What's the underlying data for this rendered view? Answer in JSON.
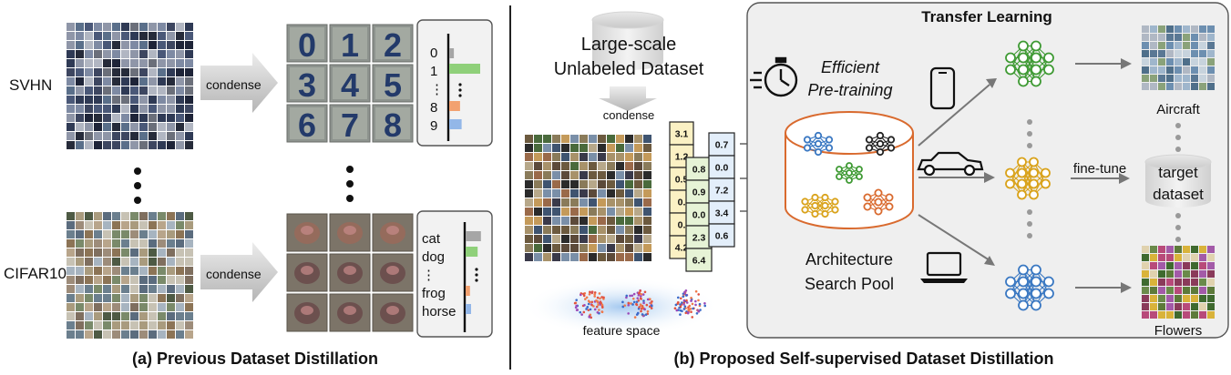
{
  "left_panel": {
    "caption": "(a) Previous Dataset Distillation",
    "svhn": {
      "label": "SVHN",
      "condense_label": "condense",
      "digits": [
        "0",
        "1",
        "2",
        "3",
        "4",
        "5",
        "6",
        "7",
        "8"
      ],
      "label_list": [
        "0",
        "1",
        "⋮",
        "8",
        "9"
      ],
      "bar_values": [
        0.15,
        1.0,
        0.35,
        0.4
      ]
    },
    "cifar": {
      "label": "CIFAR10",
      "condense_label": "condense",
      "label_list": [
        "cat",
        "dog",
        "⋮",
        "frog",
        "horse"
      ],
      "bar_values": [
        0.7,
        0.55,
        0.2,
        0.25
      ]
    },
    "colors": {
      "gray": "#a6a6a6",
      "green": "#8fd07a",
      "orange": "#f2a170",
      "blue": "#93b7e8"
    }
  },
  "right_panel": {
    "caption": "(b) Proposed Self-supervised Dataset Distillation",
    "dataset_title_line1": "Large-scale",
    "dataset_title_line2": "Unlabeled Dataset",
    "condense_label": "condense",
    "vector1": [
      "3.1",
      "1.2",
      "0.5",
      "0.",
      "0.",
      "4.2"
    ],
    "vector2": [
      "0.8",
      "0.9",
      "0.0",
      "2.3",
      "6.4"
    ],
    "vector3": [
      "0.7",
      "0.0",
      "7.2",
      "3.4",
      "0.6"
    ],
    "feature_space_label": "feature space",
    "efficient_line1": "Efficient",
    "efficient_line2": "Pre-training",
    "transfer_title": "Transfer Learning",
    "pool_line1": "Architecture",
    "pool_line2": "Search Pool",
    "fine_tune_label": "fine-tune",
    "target_line1": "target",
    "target_line2": "dataset",
    "aircraft_label": "Aircraft",
    "flowers_label": "Flowers",
    "colors": {
      "green": "#3f9a34",
      "orange": "#d9a21a",
      "blue": "#3a78c2",
      "panel": "#efefef"
    }
  }
}
